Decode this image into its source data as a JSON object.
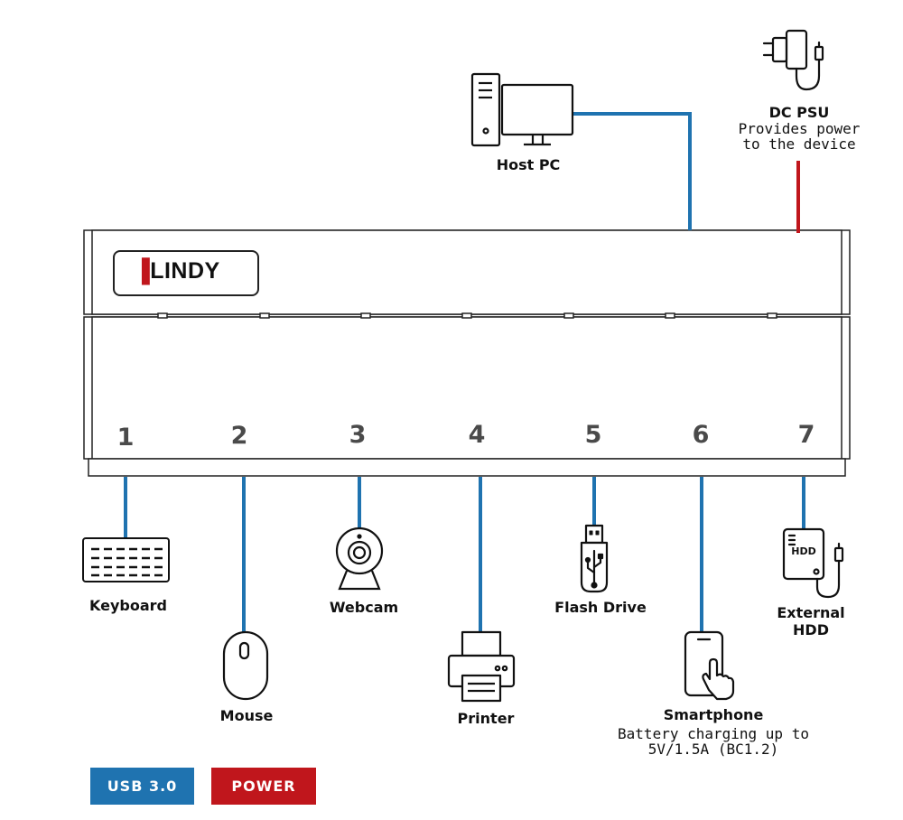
{
  "brand": {
    "logo_text": "LINDY"
  },
  "colors": {
    "usb": "#1f73b0",
    "power": "#c0161c",
    "outline": "#222222"
  },
  "host": {
    "label": "Host PC",
    "icon": "desktop-pc-icon"
  },
  "psu": {
    "label": "DC PSU",
    "description_line1": "Provides power",
    "description_line2": "to the device",
    "icon": "power-adapter-icon"
  },
  "ports": [
    "1",
    "2",
    "3",
    "4",
    "5",
    "6",
    "7"
  ],
  "devices": [
    {
      "label": "Keyboard",
      "icon": "keyboard-icon"
    },
    {
      "label": "Mouse",
      "icon": "mouse-icon"
    },
    {
      "label": "Webcam",
      "icon": "webcam-icon"
    },
    {
      "label": "Printer",
      "icon": "printer-icon"
    },
    {
      "label": "Flash Drive",
      "icon": "flash-drive-icon"
    },
    {
      "label": "Smartphone",
      "description_line1": "Battery charging up to",
      "description_line2": "5V/1.5A (BC1.2)",
      "icon": "smartphone-icon"
    },
    {
      "label_line1": "External",
      "label_line2": "HDD",
      "icon_text": "HDD",
      "icon": "external-hdd-icon"
    }
  ],
  "legend": {
    "usb": "USB 3.0",
    "power": "POWER"
  }
}
